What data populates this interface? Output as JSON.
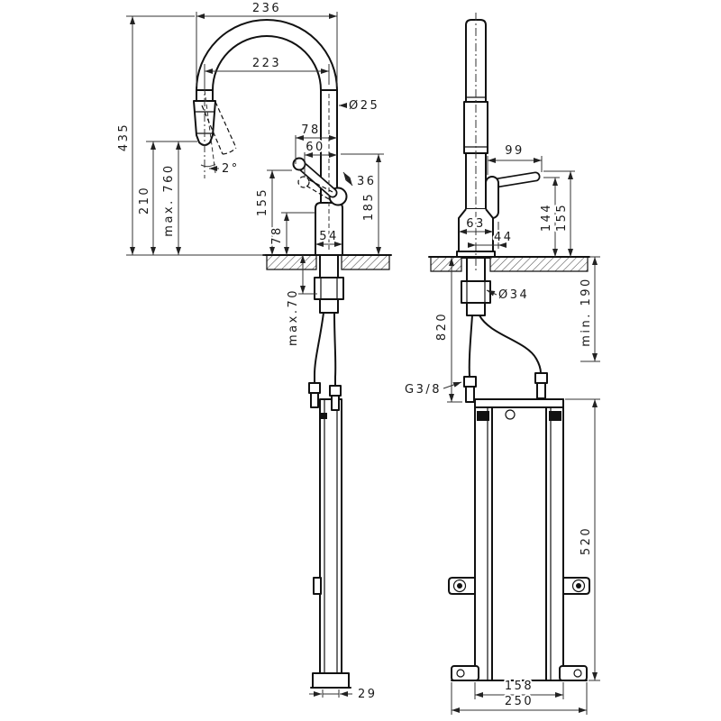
{
  "drawing": {
    "kind": "installation-dimension-drawing",
    "product": "kitchen-mixer-with-pullout-spray-and-mounting-rail",
    "colors": {
      "line": "#111111",
      "dim": "#333333",
      "background": "#ffffff"
    },
    "side_view": {
      "dims": {
        "spout_width": "236",
        "spout_reach": "223",
        "total_height": "435",
        "outlet_clearance": "210",
        "max_pullout": "max. 760",
        "spray_angle": "2°",
        "spout_diameter": "Ø25",
        "handle_offset_78": "78",
        "handle_offset_60": "60",
        "handle_width": "36",
        "handle_height": "185",
        "lever_height": "155",
        "outlet_height": "78",
        "base_width": "54",
        "max_counter_thickness": "max.70",
        "rail_depth": "29"
      }
    },
    "front_view": {
      "dims": {
        "handle_length": "99",
        "handle_pivot_height": "144",
        "handle_top_height": "155",
        "body_width": "63",
        "handle_offset": "44",
        "hose_length": "820",
        "shank_diameter": "Ø34",
        "min_clearance": "min. 190",
        "hose_thread": "G3/8",
        "bracket_height": "520",
        "bracket_width": "158",
        "base_plate_width": "250"
      }
    }
  }
}
